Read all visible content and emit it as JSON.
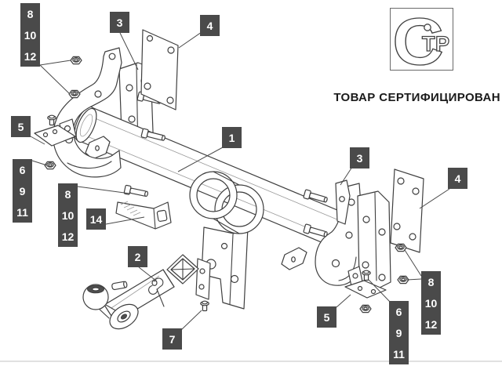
{
  "page": {
    "bg": "#ffffff"
  },
  "colors": {
    "label_bg": "#4a4a4a",
    "label_text": "#ffffff",
    "line": "#3f3f3f"
  },
  "certification": {
    "caption": "ТОВАР СЕРТИФИЦИРОВАН",
    "logo_big": "С",
    "logo_small": "ТР"
  },
  "labels": {
    "tl_stack": [
      "8",
      "10",
      "12"
    ],
    "t3": "3",
    "t4": "4",
    "l5": "5",
    "ml_stack": [
      "6",
      "9",
      "11"
    ],
    "mid_stack": [
      "8",
      "10",
      "12"
    ],
    "n14": "14",
    "n2": "2",
    "n7": "7",
    "n1": "1",
    "r3": "3",
    "r4": "4",
    "br_stack": [
      "8",
      "10",
      "12"
    ],
    "r5": "5",
    "br2_stack": [
      "6",
      "9",
      "11"
    ]
  }
}
